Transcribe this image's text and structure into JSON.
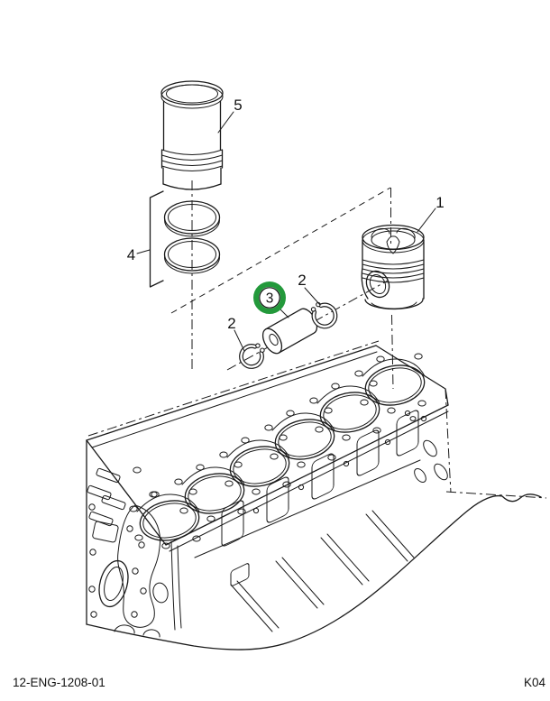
{
  "figure": {
    "doc_number": "12-ENG-1208-01",
    "page_code": "K04"
  },
  "callouts": [
    {
      "part": "piston",
      "label": "1"
    },
    {
      "part": "pin-retaining-ring-right",
      "label": "2"
    },
    {
      "part": "pin-retaining-ring-left",
      "label": "2"
    },
    {
      "part": "piston-pin",
      "label": "3",
      "highlighted": true
    },
    {
      "part": "piston-ring-kit",
      "label": "4"
    },
    {
      "part": "cylinder-sleeve",
      "label": "5"
    }
  ],
  "colors": {
    "highlight_ring": "#23993b",
    "line": "#1a1a1a",
    "background": "#ffffff"
  }
}
